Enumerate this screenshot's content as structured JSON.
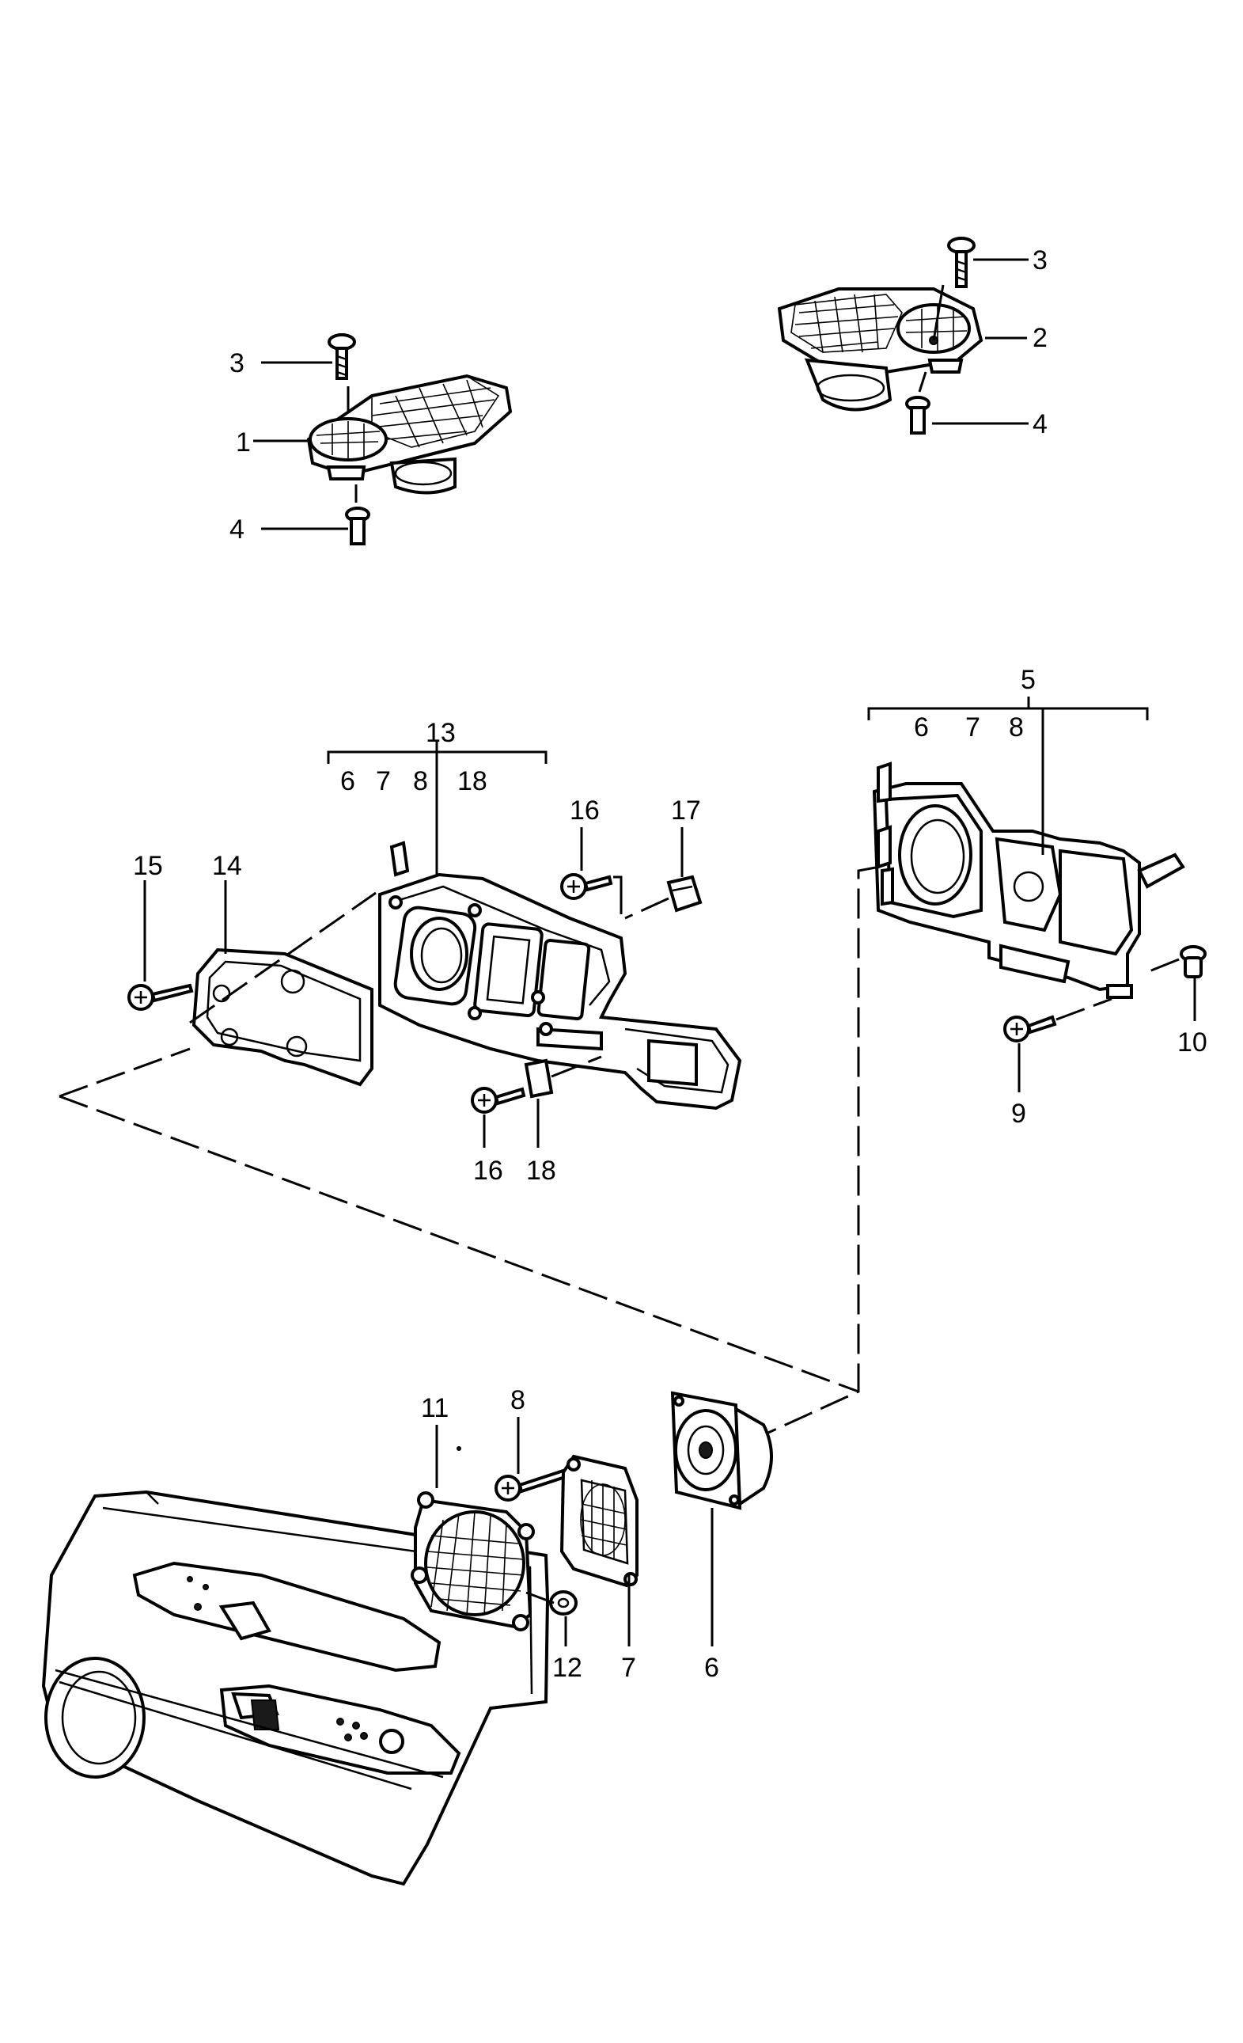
{
  "callouts": {
    "c1": "1",
    "c2": "2",
    "c3a": "3",
    "c3b": "3",
    "c4a": "4",
    "c4b": "4",
    "c5": "5",
    "c5_6": "6",
    "c5_7": "7",
    "c5_8": "8",
    "c13": "13",
    "c13_6": "6",
    "c13_7": "7",
    "c13_8": "8",
    "c13_18": "18",
    "c14": "14",
    "c15": "15",
    "c16a": "16",
    "c16b": "16",
    "c17": "17",
    "c18": "18",
    "c9": "9",
    "c10": "10",
    "c11": "11",
    "c8": "8",
    "c12": "12",
    "c7": "7",
    "c6": "6"
  }
}
